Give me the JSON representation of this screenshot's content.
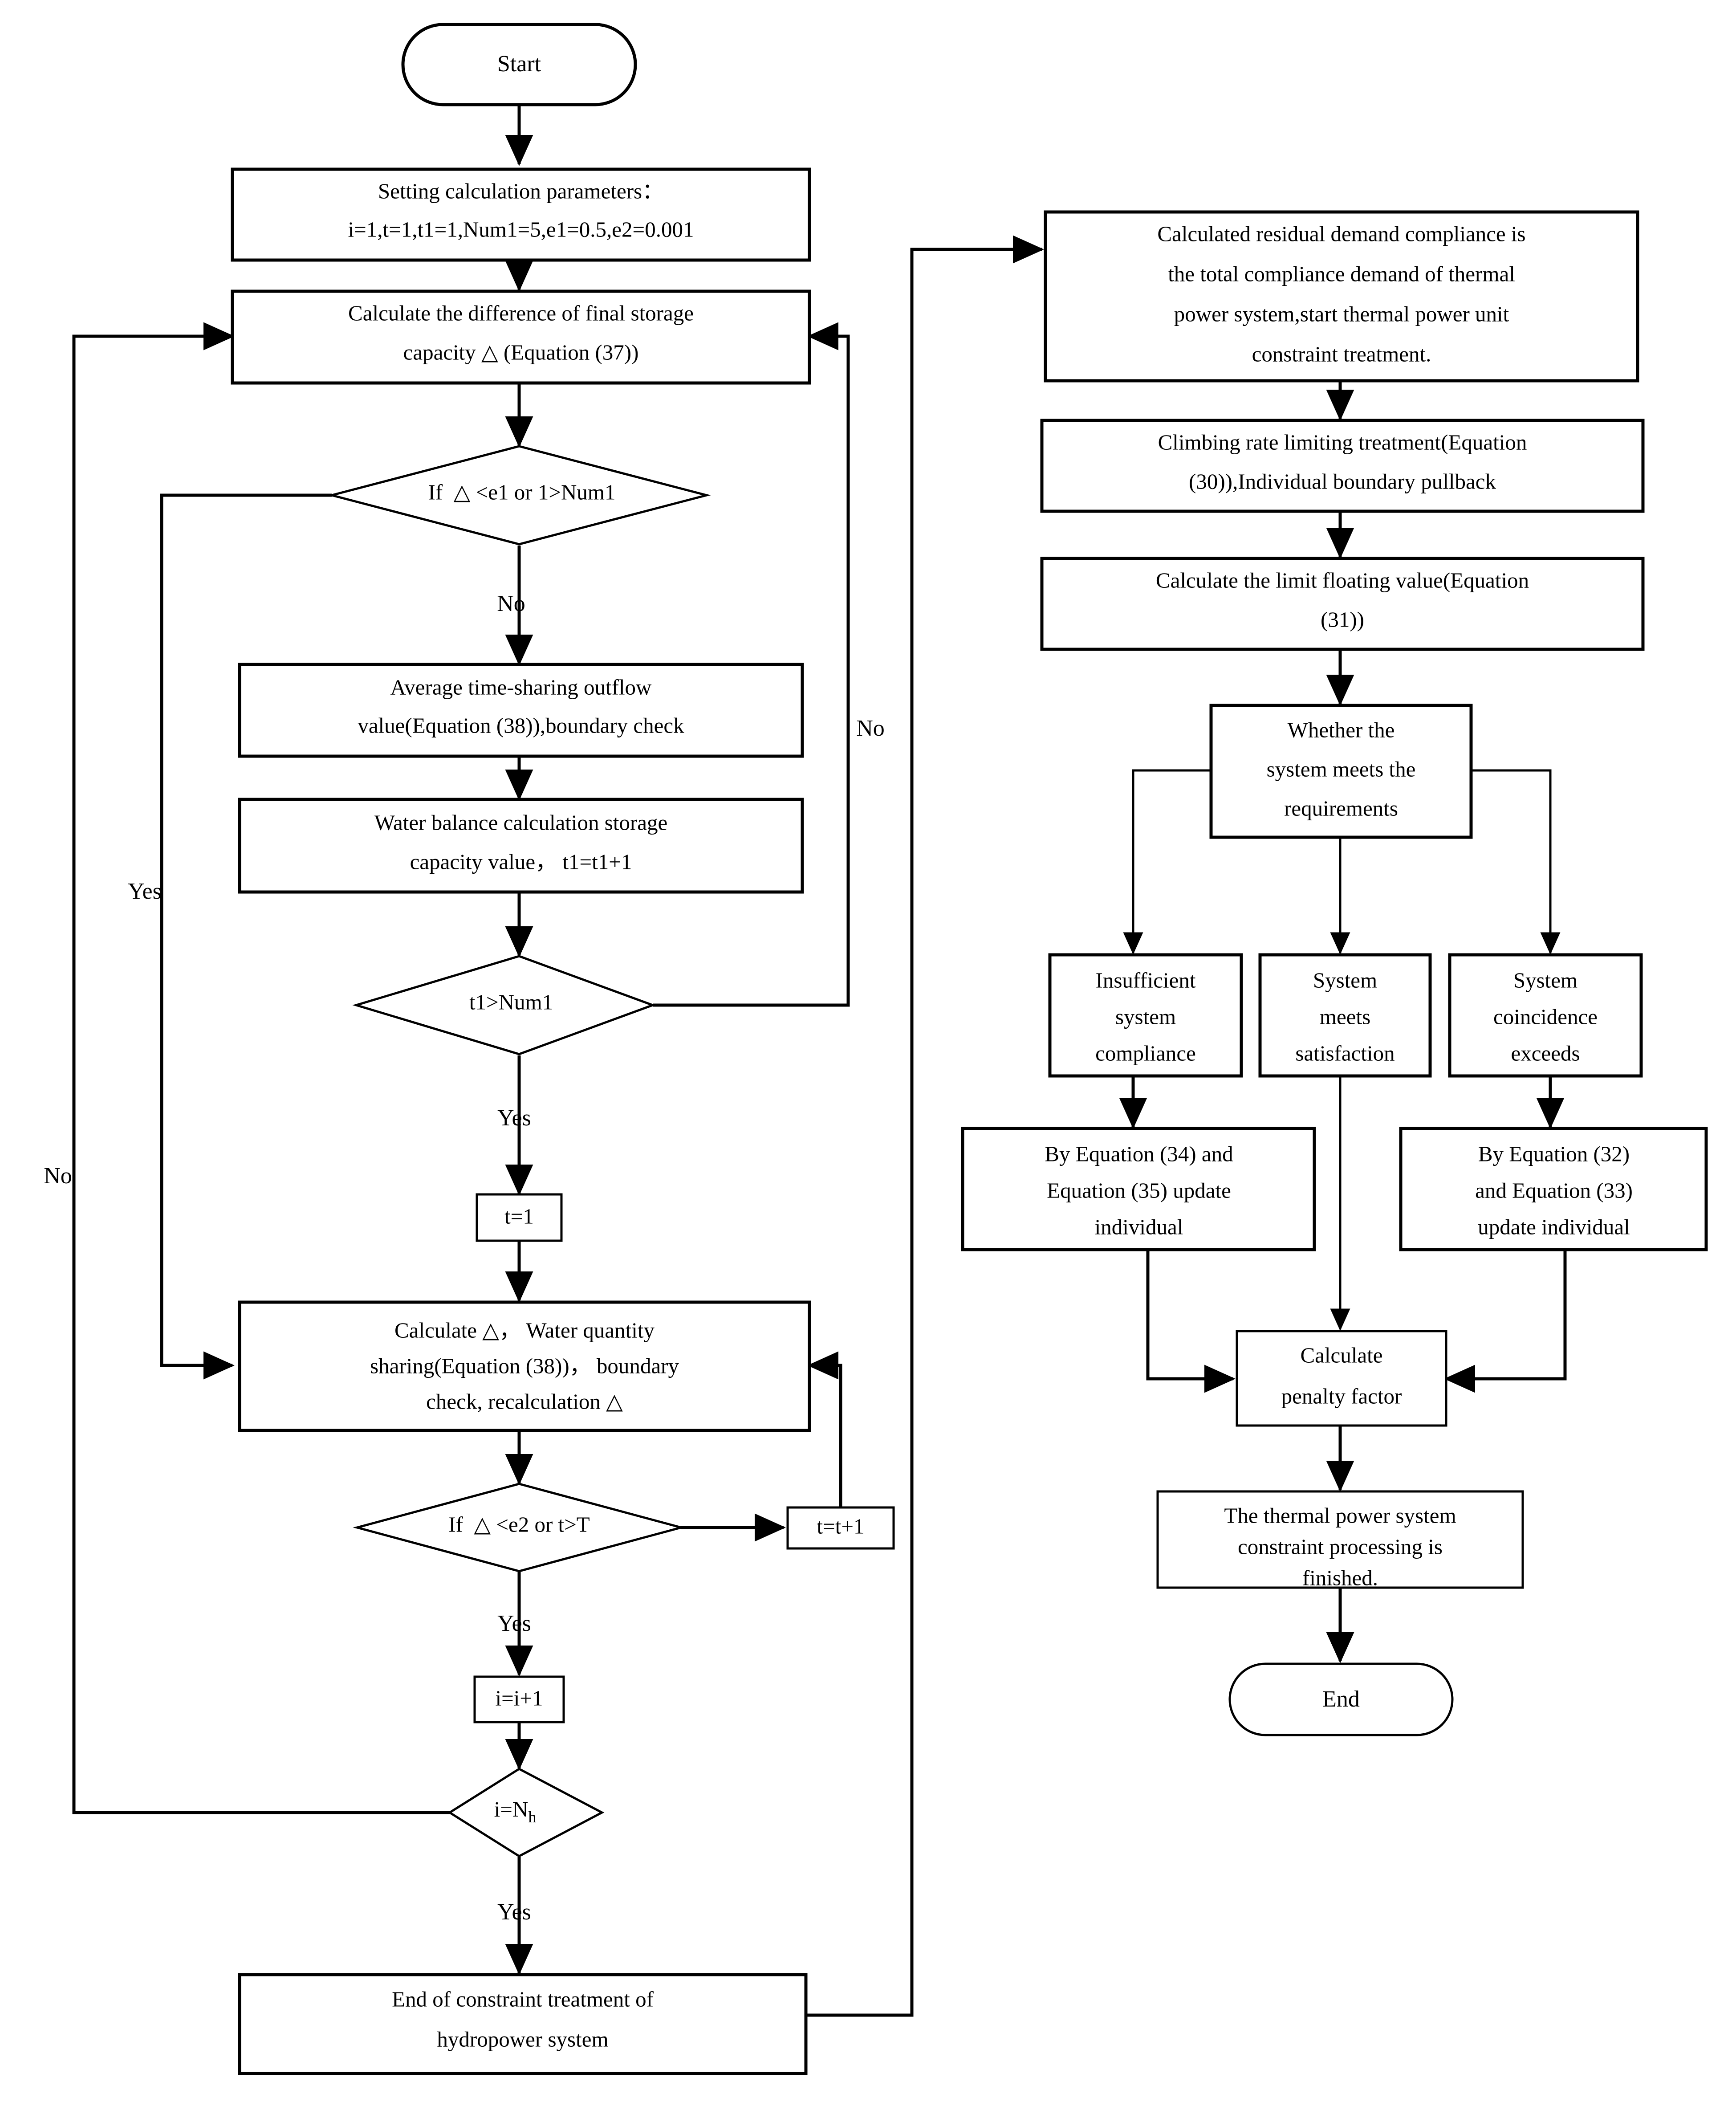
{
  "diagram": {
    "type": "flowchart",
    "title": "Constraint treatment flowchart for hydropower and thermal power system",
    "orientation": "two-column"
  },
  "nodes": {
    "start": {
      "label": "Start",
      "shape": "terminator"
    },
    "set_params": {
      "line1": "Setting calculation parameters：",
      "line2": "i=1,t=1,t1=1,Num1=5,e1=0.5,e2=0.001",
      "shape": "process"
    },
    "calc_diff": {
      "line1": "Calculate the difference of final storage",
      "line2": "capacity △ (Equation (37))",
      "shape": "process"
    },
    "dec_e1": {
      "label": "If  △ <e1 or 1>Num1",
      "shape": "decision"
    },
    "avg_outflow": {
      "line1": "Average time-sharing outflow",
      "line2": "value(Equation (38)),boundary check",
      "shape": "process"
    },
    "water_balance": {
      "line1": "Water balance calculation storage",
      "line2": "capacity value， t1=t1+1",
      "shape": "process"
    },
    "dec_t1": {
      "label": "t1>Num1",
      "shape": "decision"
    },
    "t_reset": {
      "label": "t=1",
      "shape": "process"
    },
    "calc_share": {
      "line1": "Calculate △， Water quantity",
      "line2": "sharing(Equation (38))， boundary",
      "line3": "check, recalculation △",
      "shape": "process"
    },
    "dec_e2": {
      "label": "If  △ <e2 or t>T",
      "shape": "decision"
    },
    "t_inc": {
      "label": "t=t+1",
      "shape": "process"
    },
    "i_inc": {
      "label": "i=i+1",
      "shape": "process"
    },
    "dec_i": {
      "label_main": "i=N",
      "label_sub": "h",
      "shape": "decision"
    },
    "end_hydro": {
      "line1": "End of constraint treatment of",
      "line2": "hydropower system",
      "shape": "process"
    },
    "residual": {
      "line1": "Calculated residual demand compliance is",
      "line2": "the total compliance demand of thermal",
      "line3": "power system,start thermal power unit",
      "line4": "constraint treatment.",
      "shape": "process"
    },
    "climbing": {
      "line1": "Climbing rate limiting treatment(Equation",
      "line2": "(30)),Individual boundary pullback",
      "shape": "process"
    },
    "limit_float": {
      "line1": "Calculate the limit floating value(Equation",
      "line2": "(31))",
      "shape": "process"
    },
    "whether_meets": {
      "line1": "Whether the",
      "line2": "system meets the",
      "line3": "requirements",
      "shape": "process"
    },
    "insufficient": {
      "line1": "Insufficient",
      "line2": "system",
      "line3": "compliance",
      "shape": "process"
    },
    "meets": {
      "line1": "System",
      "line2": "meets",
      "line3": "satisfaction",
      "shape": "process"
    },
    "exceeds": {
      "line1": "System",
      "line2": "coincidence",
      "line3": "exceeds",
      "shape": "process"
    },
    "eq3435": {
      "line1": "By Equation (34) and",
      "line2": "Equation (35) update",
      "line3": "individual",
      "shape": "process"
    },
    "eq3233": {
      "line1": "By Equation (32)",
      "line2": "and Equation (33)",
      "line3": "update individual",
      "shape": "process"
    },
    "penalty": {
      "line1": "Calculate",
      "line2": "penalty factor",
      "shape": "process"
    },
    "thermal_done": {
      "line1": "The thermal power system",
      "line2": "constraint processing is",
      "line3": "finished.",
      "shape": "process"
    },
    "end": {
      "label": "End",
      "shape": "terminator"
    }
  },
  "edge_labels": {
    "dec_e1_no": "No",
    "dec_e1_yes": "Yes",
    "dec_t1_yes": "Yes",
    "dec_t1_no": "No",
    "dec_e2_yes": "Yes",
    "dec_i_yes": "Yes",
    "dec_i_no": "No"
  },
  "colors": {
    "stroke": "#000000",
    "fill": "#ffffff",
    "text": "#000000"
  }
}
